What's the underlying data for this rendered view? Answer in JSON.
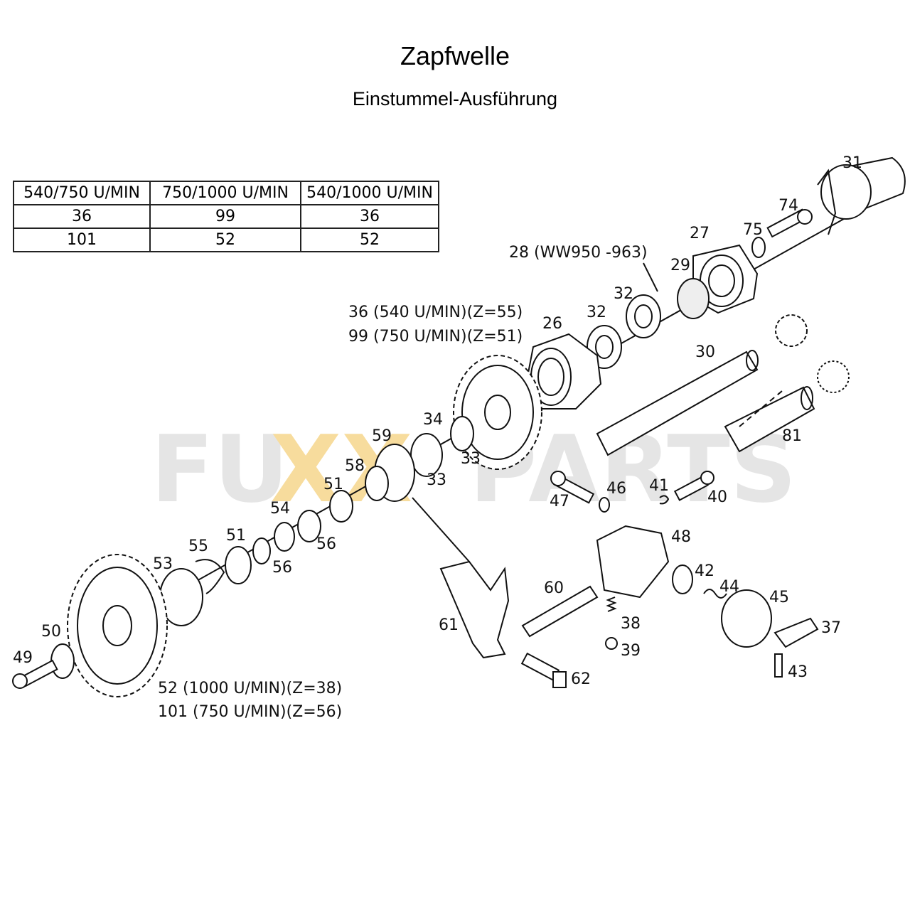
{
  "header": {
    "title": "Zapfwelle",
    "subtitle": "Einstummel-Ausführung"
  },
  "rpm_table": {
    "headers": [
      "540/750 U/MIN",
      "750/1000 U/MIN",
      "540/1000 U/MIN"
    ],
    "rows": [
      [
        "36",
        "99",
        "36"
      ],
      [
        "101",
        "52",
        "52"
      ]
    ]
  },
  "annotations": {
    "gear_top_1": "36 (540 U/MIN)(Z=55)",
    "gear_top_2": "99 (750 U/MIN)(Z=51)",
    "gear_bottom_1": "52  (1000 U/MIN)(Z=38)",
    "gear_bottom_2": "101  (750 U/MIN)(Z=56)",
    "bearing_note": "28 (WW950 -963)"
  },
  "part_labels": {
    "p31": "31",
    "p74": "74",
    "p75": "75",
    "p27": "27",
    "p29": "29",
    "p32a": "32",
    "p32b": "32",
    "p26": "26",
    "p30": "30",
    "p81": "81",
    "p34": "34",
    "p33a": "33",
    "p33b": "33",
    "p59": "59",
    "p58": "58",
    "p51a": "51",
    "p51b": "51",
    "p54": "54",
    "p56a": "56",
    "p56b": "56",
    "p55": "55",
    "p53": "53",
    "p50": "50",
    "p49": "49",
    "p47": "47",
    "p46": "46",
    "p41": "41",
    "p40": "40",
    "p48": "48",
    "p42": "42",
    "p44": "44",
    "p45": "45",
    "p37": "37",
    "p43": "43",
    "p60": "60",
    "p38": "38",
    "p39": "39",
    "p61": "61",
    "p62": "62"
  },
  "watermark": "FUXXPARTS",
  "colors": {
    "watermark_gray": "#d6d6d6",
    "watermark_accent": "#f2c14e",
    "line": "#111111"
  }
}
